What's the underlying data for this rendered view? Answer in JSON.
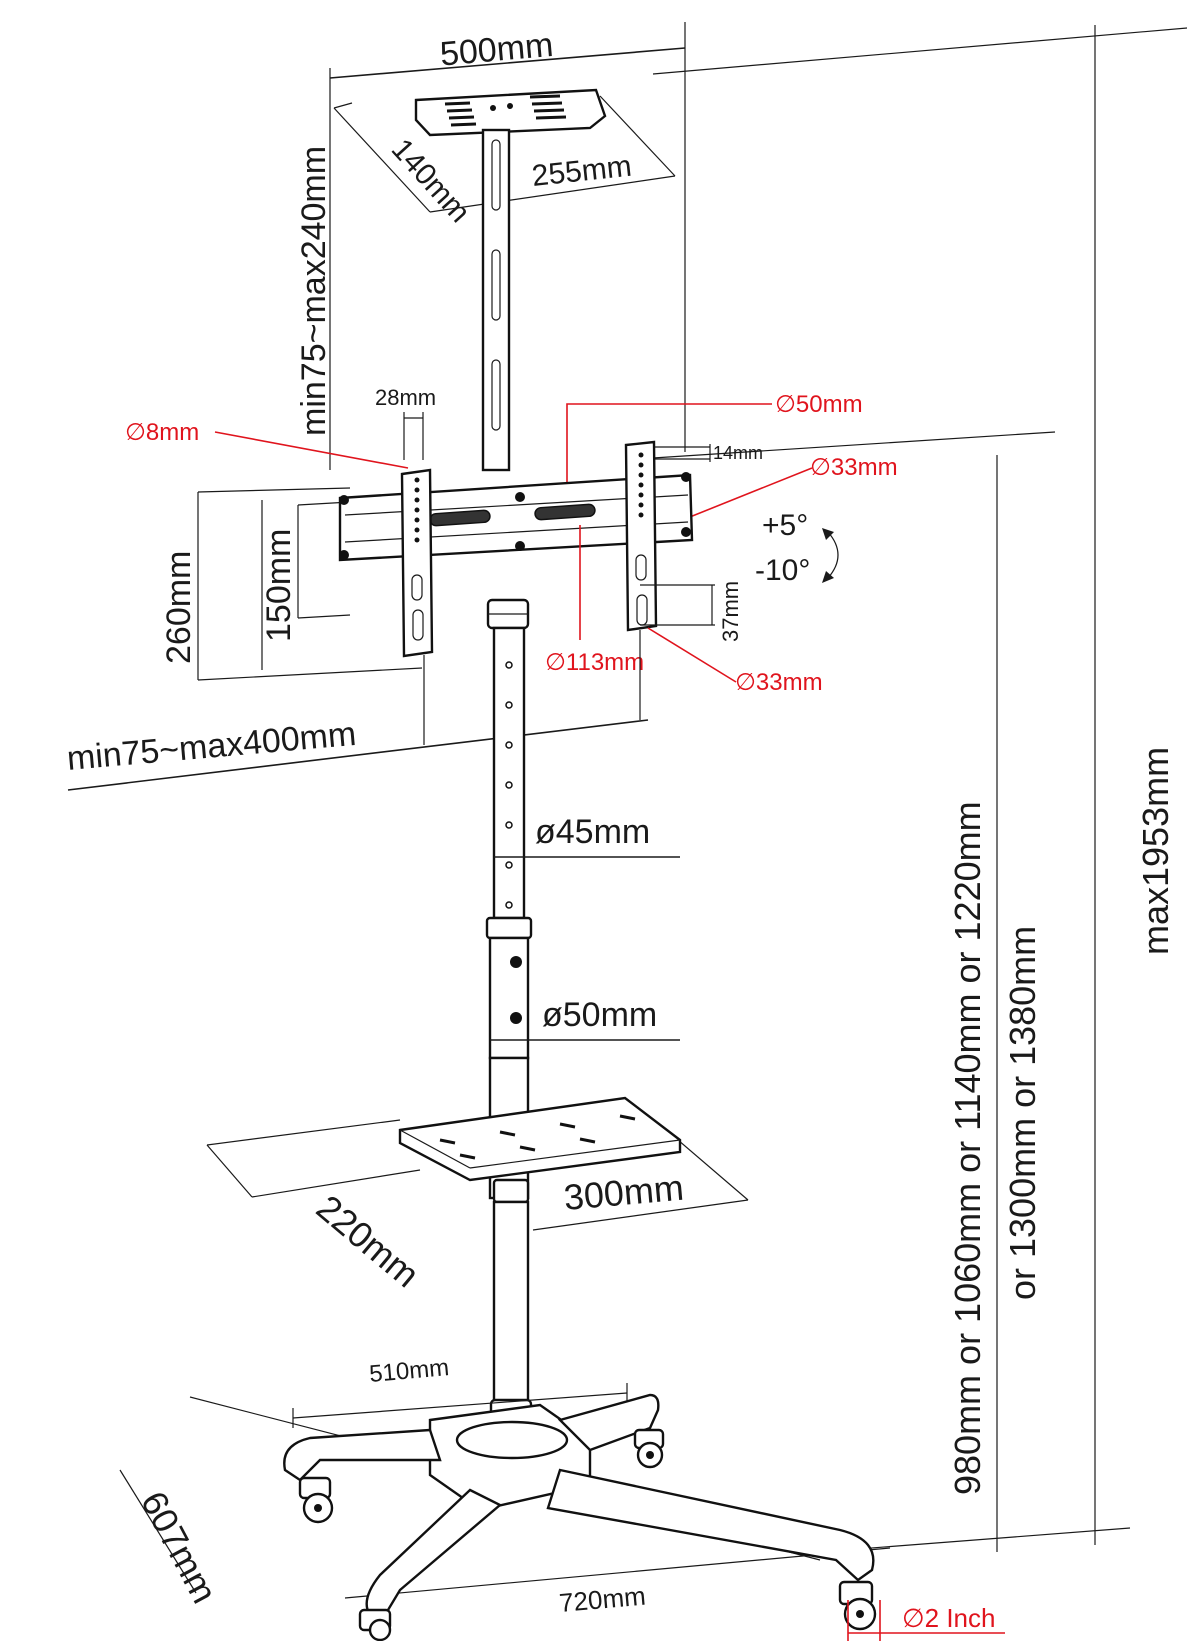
{
  "colors": {
    "ink": "#1a1a1a",
    "accent": "#e0141d"
  },
  "labels": {
    "top_width": "500mm",
    "top_shelf_depth": "140mm",
    "top_shelf_width": "255mm",
    "top_height_range": "min75~max240mm",
    "bracket_arm_width": "28mm",
    "hole_8": "∅8mm",
    "hole_50": "∅50mm",
    "slot_14": "14mm",
    "hole_33_top": "∅33mm",
    "tilt_up": "+5°",
    "tilt_down": "-10°",
    "height_260": "260mm",
    "height_150": "150mm",
    "slot_37": "37mm",
    "hole_113": "∅113mm",
    "hole_33_bottom": "∅33mm",
    "vesa_width_range": "min75~max400mm",
    "tube_upper": "ø45mm",
    "tube_lower": "ø50mm",
    "shelf_depth": "220mm",
    "shelf_width": "300mm",
    "base_width": "510mm",
    "base_depth": "607mm",
    "base_length": "720mm",
    "caster": "∅2 Inch",
    "height_options_line1": "980mm or 1060mm or 1140mm or 1220mm",
    "height_options_line2": "or 1300mm or 1380mm",
    "max_height": "max1953mm"
  }
}
